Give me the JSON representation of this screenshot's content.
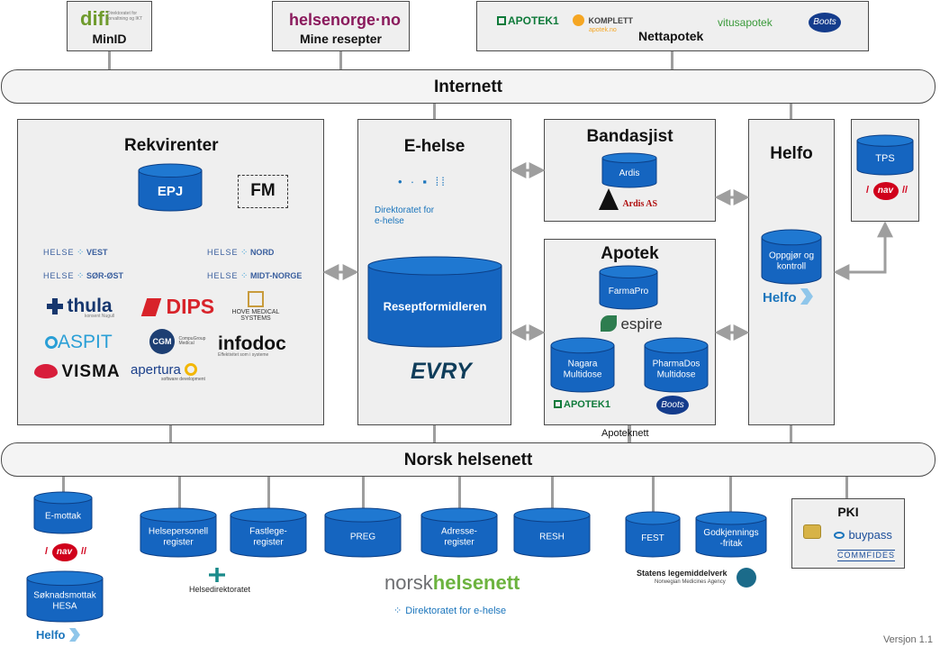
{
  "top": {
    "minid": {
      "logo": "difi",
      "logo_sub": "Direktoratet for forvaltning og IKT",
      "label": "MinID"
    },
    "mine_resepter": {
      "logo_main": "helsenorge",
      "logo_suffix": "no",
      "label": "Mine resepter"
    },
    "nettapotek": {
      "label": "Nettapotek",
      "logos": {
        "apotek1": "APOTEK",
        "apotek1_num": "1",
        "komplett": "KOMPLETT",
        "komplett_sub": "apotek.no",
        "vitus": "vitusapotek",
        "boots": "Boots"
      }
    }
  },
  "buses": {
    "internet": "Internett",
    "helsenett": "Norsk helsenett",
    "apoteknett": "Apoteknett"
  },
  "rekvirenter": {
    "title": "Rekvirenter",
    "epj": "EPJ",
    "fm": "FM",
    "logos": {
      "helse_word": "HELSE",
      "vest": "VEST",
      "sorost": "SØR-ØST",
      "nord": "NORD",
      "midtnorge": "MIDT-NORGE",
      "thula": "thula",
      "thula_sub": "konsent Nugull",
      "dips": "DIPS",
      "hove1": "HOVE MEDICAL",
      "hove2": "SYSTEMS",
      "aspit": "ASPIT",
      "cgm": "CGM",
      "cgm_sub": "CompuGroup Medical",
      "infodoc": "infodoc",
      "infodoc_sub": "Effektivitet som i systeme",
      "visma": "VISMA",
      "apertura": "apertura",
      "apertura_sub": "software development"
    }
  },
  "ehelse": {
    "title": "E-helse",
    "dir_line1": "Direktoratet for",
    "dir_line2": "e-helse",
    "reseptformidleren": "Reseptformidleren",
    "evry": "EVRY"
  },
  "bandasjist": {
    "title": "Bandasjist",
    "ardis": "Ardis",
    "ardis_logo": "Ardis AS"
  },
  "apotek": {
    "title": "Apotek",
    "farmapro": "FarmaPro",
    "espire": "espire",
    "nagara1": "Nagara",
    "nagara2": "Multidose",
    "pharmados1": "PharmaDos",
    "pharmados2": "Multidose",
    "apotek1": "APOTEK",
    "apotek1_num": "1",
    "boots": "Boots"
  },
  "helfo": {
    "title": "Helfo",
    "oppgjor1": "Oppgjør og",
    "oppgjor2": "kontroll",
    "logo": "Helfo"
  },
  "tps": {
    "label": "TPS",
    "nav": "nav"
  },
  "bottom": {
    "emottak": "E-mottak",
    "nav": "nav",
    "soknad1": "Søknadsmottak",
    "soknad2": "HESA",
    "helfo": "Helfo",
    "hp1": "Helsepersonell",
    "hp2": "register",
    "fl1": "Fastlege-",
    "fl2": "register",
    "preg": "PREG",
    "adr1": "Adresse-",
    "adr2": "register",
    "resh": "RESH",
    "fest": "FEST",
    "gk1": "Godkjennings",
    "gk2": "-fritak",
    "helsedir": "Helsedirektoratet",
    "nhn_a": "norsk",
    "nhn_b": "helsenett",
    "dir_ehelse": "Direktoratet for e-helse",
    "slv1": "Statens legemiddelverk",
    "slv2": "Norwegian Medicines Agency"
  },
  "pki": {
    "title": "PKI",
    "buypass": "buypass",
    "commfides": "COMMFIDES"
  },
  "version": "Versjon 1.1",
  "colors": {
    "cylinder": "#1565c0",
    "cylinder_top": "#1f78d1",
    "box_fill": "#efefef",
    "connector": "#9e9e9e",
    "nav_red": "#d0011b",
    "nhn_green": "#6cb33f",
    "helfo_blue": "#1b75bc"
  }
}
